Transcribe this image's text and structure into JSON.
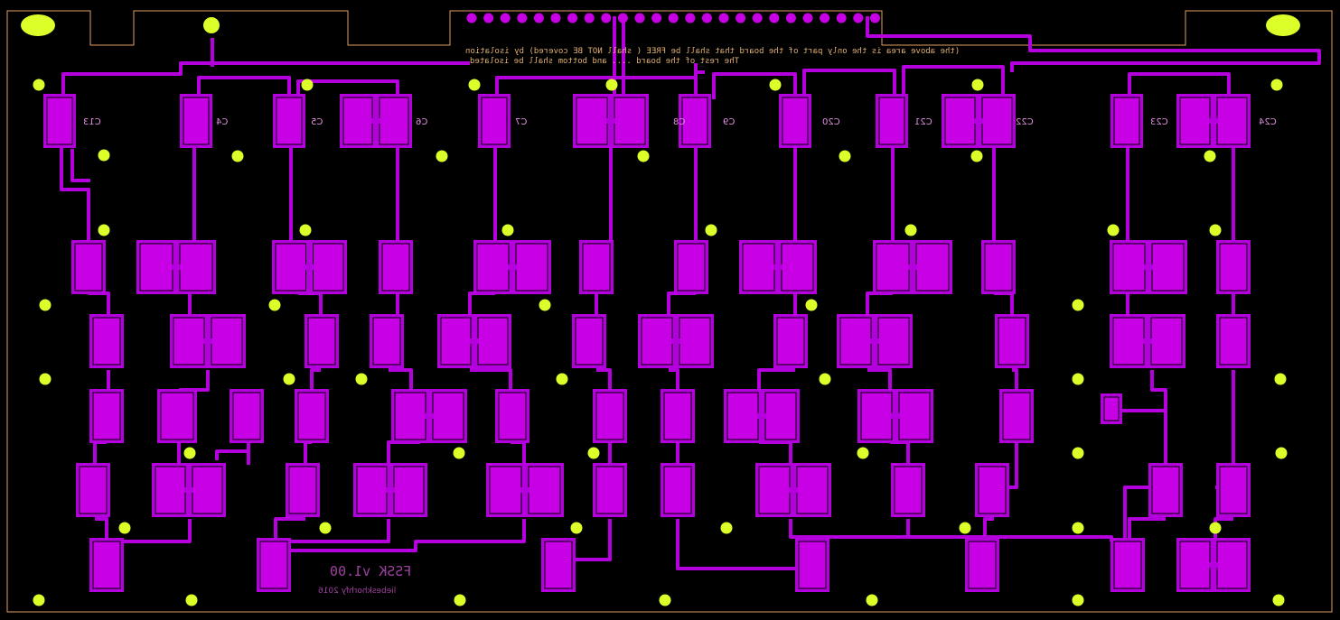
{
  "colors": {
    "background": "#000000",
    "copper": "#b400dc",
    "pad": "#c800e6",
    "hole": "#dcff2a",
    "outline": "#e0a060"
  },
  "capacitor_labels": [
    "C13",
    "C4",
    "C5",
    "C6",
    "C7",
    "C8",
    "C9",
    "C20",
    "C21",
    "C22",
    "C23",
    "C24"
  ],
  "notes": {
    "line1": "(the above area is the only part of the board that shall be FREE ( shall NOT BE covered) by isolation",
    "line2": "The rest of the board .... and bottom shall be isolated"
  },
  "board": {
    "title": "FSSK v1.00",
    "credit": "liebeskhorhfy 2016"
  }
}
